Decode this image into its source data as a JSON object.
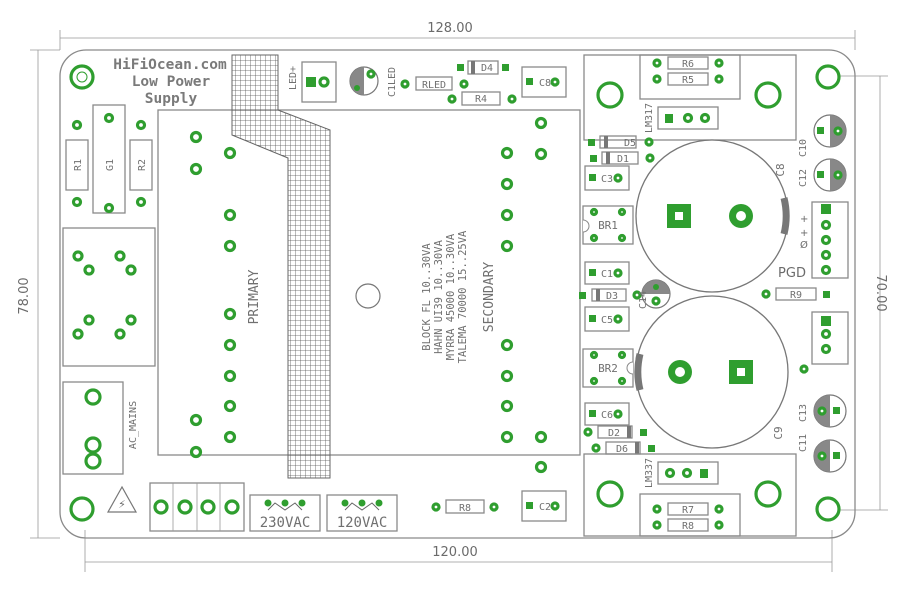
{
  "dimensions": {
    "top": "128.00",
    "bottom": "120.00",
    "left": "78.00",
    "right": "70.00"
  },
  "title": {
    "line1": "HiFiOcean.com",
    "line2": "Low Power",
    "line3": "Supply"
  },
  "board_labels": {
    "primary": "PRIMARY",
    "secondary": "SECONDARY",
    "ac_mains": "AC_MAINS",
    "v230": "230VAC",
    "v120": "120VAC",
    "pgd": "PGD",
    "reg_top": "LM317",
    "reg_bottom": "LM337",
    "led_conn": "LED+",
    "warning": "⚡"
  },
  "transformer_text": [
    "BLOCK FL 10..30VA",
    "HAHN UI39 10..30VA",
    "MYRRA 45000 10..30VA",
    "TALEMA 70000 15..25VA"
  ],
  "components": {
    "r1": "R1",
    "g1": "G1",
    "r2": "R2",
    "c1led": "C1LED",
    "rled": "RLED",
    "d4": "D4",
    "r4": "R4",
    "c8": "C8",
    "r6": "R6",
    "r5": "R5",
    "r7": "R7",
    "r8b": "R8",
    "d5": "D5",
    "d1": "D1",
    "c3": "C3",
    "br1": "BR1",
    "c1": "C1",
    "d3": "D3",
    "c5": "C5",
    "br2": "BR2",
    "c6": "C6",
    "d2": "D2",
    "d6": "D6",
    "c14": "C14",
    "c10": "C10",
    "c12": "C12",
    "c13": "C13",
    "c11": "C11",
    "r9": "R9",
    "r8": "R8",
    "c2": "C2",
    "c8b": "C8",
    "c9": "C9"
  }
}
